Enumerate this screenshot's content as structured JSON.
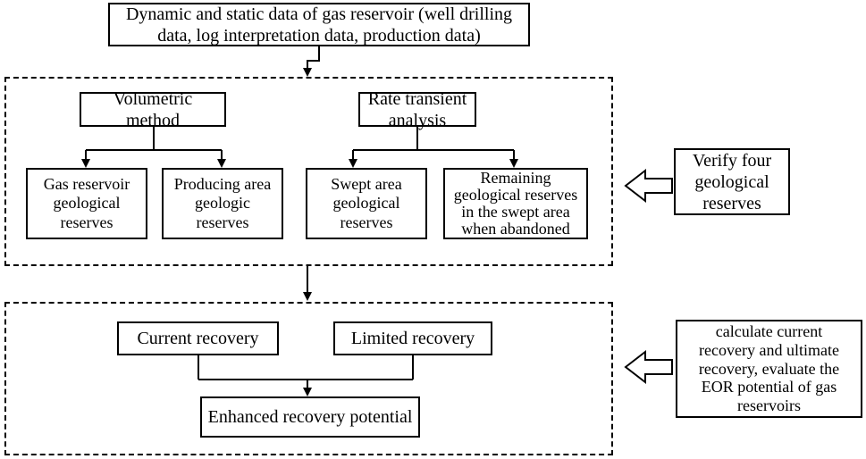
{
  "top": {
    "line1": "Dynamic and static data of gas reservoir (well drilling",
    "line2": "data,  log interpretation data, production data)"
  },
  "volumetric": {
    "line1": "Volumetric",
    "line2": "method"
  },
  "rta": {
    "line1": "Rate transient",
    "line2": "analysis"
  },
  "reserves": [
    {
      "lines": [
        "Gas reservoir",
        "geological",
        "reserves"
      ]
    },
    {
      "lines": [
        "Producing area",
        "geologic",
        "reserves"
      ]
    },
    {
      "lines": [
        "Swept area",
        "geological",
        "reserves"
      ]
    },
    {
      "lines": [
        "Remaining",
        "geological reserves",
        "in the swept area",
        "when abandoned"
      ]
    }
  ],
  "verify": {
    "lines": [
      "Verify four",
      "geological",
      "reserves"
    ]
  },
  "current_recovery": "Current recovery",
  "limited_recovery": "Limited recovery",
  "enhanced": "Enhanced recovery potential",
  "calculate": {
    "lines": [
      "calculate current",
      "recovery and ultimate",
      "recovery, evaluate the",
      "EOR potential of gas",
      "reservoirs"
    ]
  }
}
